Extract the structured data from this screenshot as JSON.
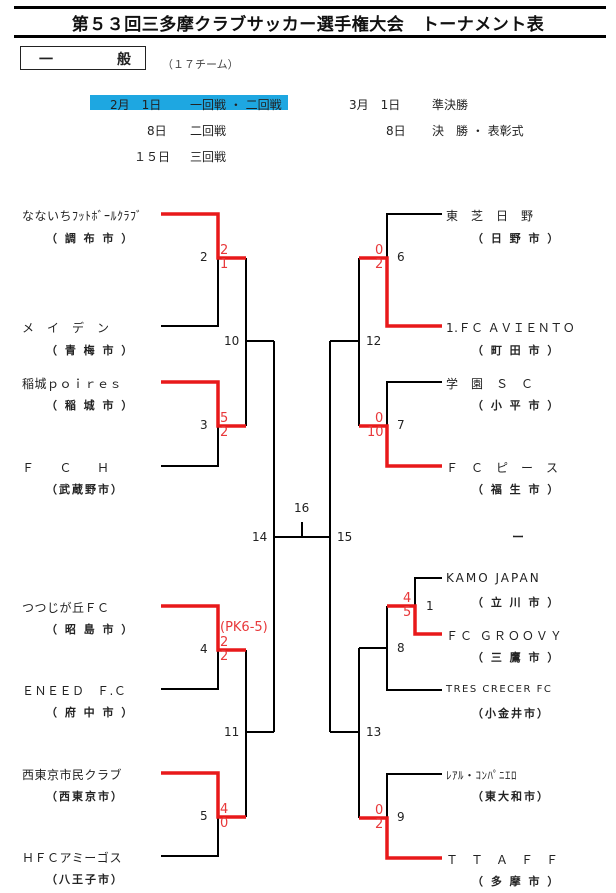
{
  "header": {
    "title": "第５３回三多摩クラブサッカー選手権大会　トーナメント表",
    "category_left": "一",
    "category_right": "般",
    "team_count": "（１７チーム）"
  },
  "schedule": [
    {
      "date": "2月　1日",
      "round": "一回戦 ・ 二回戦",
      "highlighted": true
    },
    {
      "date": "8日",
      "round": "二回戦"
    },
    {
      "date": "１５日",
      "round": "三回戦"
    },
    {
      "date": "3月　1日",
      "round": "準決勝"
    },
    {
      "date": "8日",
      "round": "決　勝 ・ 表彰式"
    }
  ],
  "colors": {
    "winner_line": "#e8191a",
    "line": "#000000",
    "highlight": "#1ea7e1",
    "score": "#e8383a"
  },
  "left_teams": [
    {
      "name": "なないちﾌｯﾄﾎﾞｰﾙｸﾗﾌﾞ",
      "city": "（ 調 布 市 ）"
    },
    {
      "name": "メ　イ　デ　ン",
      "city": "（ 青 梅 市 ）"
    },
    {
      "name": "稲城ｐｏｉｒｅｓ",
      "city": "（ 稲 城 市 ）"
    },
    {
      "name": "Ｆ　　Ｃ　　Ｈ",
      "city": "（武蔵野市）"
    },
    {
      "name": "つつじが丘ＦＣ",
      "city": "（ 昭 島 市 ）"
    },
    {
      "name": "ＥＮＥＥＤ　Ｆ.Ｃ",
      "city": "（ 府 中 市 ）"
    },
    {
      "name": "西東京市民クラブ",
      "city": "（西東京市）"
    },
    {
      "name": "ＨＦＣアミーゴス",
      "city": "（八王子市）"
    }
  ],
  "right_teams": [
    {
      "name": "東　芝　日　野",
      "city": "（ 日 野 市 ）"
    },
    {
      "name": "1.ＦＣ ＡＶＩＥＮＴＯ",
      "city": "（ 町 田 市 ）"
    },
    {
      "name": "学　園　Ｓ　Ｃ",
      "city": "（ 小 平 市 ）"
    },
    {
      "name": "Ｆ　Ｃ　ピ　ー　ス",
      "city": "（ 福 生 市 ）"
    },
    {
      "name": "KAMO JAPAN",
      "city": "（ 立 川 市 ）"
    },
    {
      "name": "ＦＣ ＧＲＯＯＶＹ",
      "city": "（ 三 鷹 市 ）"
    },
    {
      "name": "TRES CRECER FC",
      "city": "（小金井市）"
    },
    {
      "name": "ﾚｱﾙ・ｺﾝﾊﾟﾆｴﾛ",
      "city": "（東大和市）"
    },
    {
      "name": "Ｔ　Ｔ　Ａ　Ｆ　Ｆ",
      "city": "（ 多 摩 市 ）"
    }
  ],
  "right_placeholder": "ー",
  "matches": {
    "m1": {
      "label": "1",
      "score_top": "4",
      "score_bottom": "5"
    },
    "m2": {
      "label": "2",
      "score_top": "2",
      "score_bottom": "1"
    },
    "m3": {
      "label": "3",
      "score_top": "5",
      "score_bottom": "2"
    },
    "m4": {
      "label": "4",
      "score_top": "2",
      "score_bottom": "2",
      "pk": "(PK6-5)"
    },
    "m5": {
      "label": "5",
      "score_top": "4",
      "score_bottom": "0"
    },
    "m6": {
      "label": "6",
      "score_top": "0",
      "score_bottom": "2"
    },
    "m7": {
      "label": "7",
      "score_top": "0",
      "score_bottom": "10"
    },
    "m8": {
      "label": "8"
    },
    "m9": {
      "label": "9",
      "score_top": "0",
      "score_bottom": "2"
    },
    "m10": {
      "label": "10"
    },
    "m11": {
      "label": "11"
    },
    "m12": {
      "label": "12"
    },
    "m13": {
      "label": "13"
    },
    "m14": {
      "label": "14"
    },
    "m15": {
      "label": "15"
    },
    "m16": {
      "label": "16"
    }
  }
}
